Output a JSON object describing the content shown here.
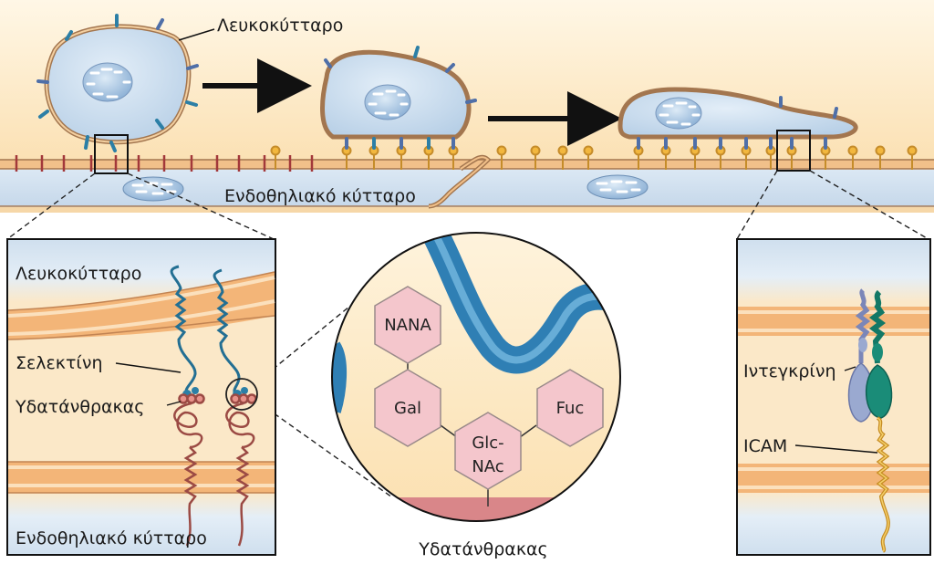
{
  "labels": {
    "leukocyte_top": "Λευκοκύτταρο",
    "endothelial_top": "Ενδοθηλιακό κύτταρο",
    "leukocyte_inset": "Λευκοκύτταρο",
    "selectin": "Σελεκτίνη",
    "carbohydrate_inset": "Υδατάνθρακας",
    "endothelial_inset": "Ενδοθηλιακό κύτταρο",
    "carbohydrate_center": "Υδατάνθρακας",
    "integrin": "Ιντεγκρίνη",
    "icam": "ICAM"
  },
  "sugars": {
    "nana": "NANA",
    "gal": "Gal",
    "fuc": "Fuc",
    "glcnac_line1": "Glc-",
    "glcnac_line2": "NAc"
  },
  "colors": {
    "cell_fill": "#c9dced",
    "cell_outline": "#c9a07a",
    "band_cream": "#fbe6c2",
    "membrane_orange": "#f2b073",
    "endothelium_blue": "#cddff0",
    "selectin_blue": "#2c7fa6",
    "carbohydrate_red": "#b0504a",
    "sugar_pink": "#f4c6cc",
    "integrin_gray": "#9aa9d0",
    "integrin_teal": "#1a8c78",
    "icam_gold": "#d8a73a",
    "arrow": "#111111"
  }
}
